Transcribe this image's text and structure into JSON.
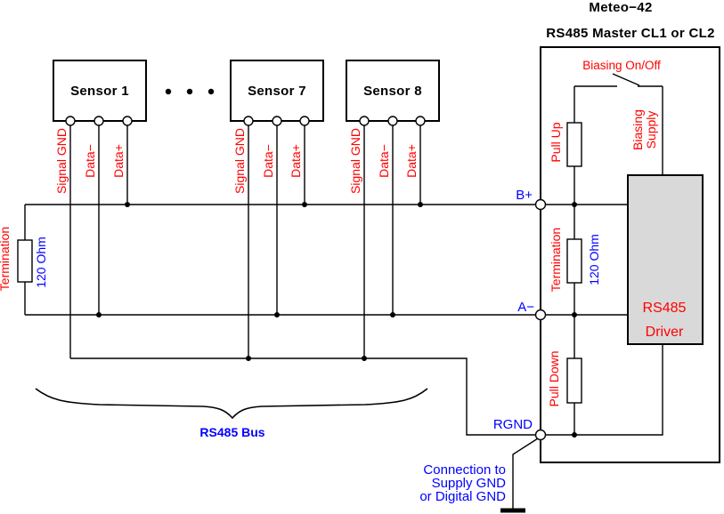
{
  "diagram": {
    "title_line1": "Meteo−42",
    "title_line2": "RS485 Master CL1 or CL2",
    "bus_label": "RS485 Bus",
    "b_plus": "B+",
    "a_minus": "A−",
    "rgnd": "RGND",
    "biasing_switch": "Biasing On/Off",
    "pull_up": "Pull Up",
    "pull_down": "Pull Down",
    "biasing_supply_line1": "Biasing",
    "biasing_supply_line2": "Supply",
    "driver_line1": "RS485",
    "driver_line2": "Driver",
    "termination_left": {
      "label": "Termination",
      "value": "120 Ohm"
    },
    "termination_master": {
      "label": "Termination",
      "value": "120 Ohm"
    },
    "ground_note_line1": "Connection to",
    "ground_note_line2": "Supply GND",
    "ground_note_line3": "or Digital GND",
    "sensors": [
      {
        "label": "Sensor 1",
        "terminals": [
          "Signal GND",
          "Data−",
          "Data+"
        ]
      },
      {
        "label": "Sensor 7",
        "terminals": [
          "Signal GND",
          "Data−",
          "Data+"
        ]
      },
      {
        "label": "Sensor 8",
        "terminals": [
          "Signal GND",
          "Data−",
          "Data+"
        ]
      }
    ],
    "colors": {
      "label_red": "#ff0000",
      "label_blue": "#0000ff",
      "line_black": "#000000",
      "driver_fill": "#d9d9d9"
    }
  }
}
